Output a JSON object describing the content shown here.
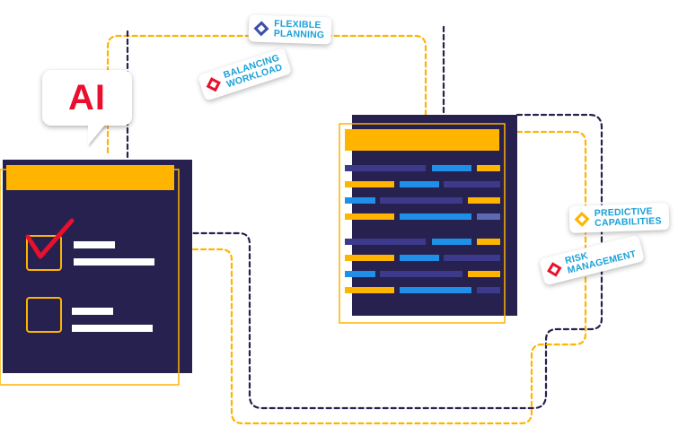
{
  "labels": {
    "ai": "AI",
    "flexible_planning": "FLEXIBLE\nPLANNING",
    "balancing_workload": "BALANCING\nWORKLOAD",
    "predictive_capabilities": "PREDICTIVE\nCAPABILITIES",
    "risk_management": "RISK\nMANAGEMENT"
  },
  "icons": {
    "flexible_planning": "diamond-outline-icon",
    "balancing_workload": "diamond-outline-icon",
    "predictive_capabilities": "diamond-outline-icon",
    "risk_management": "diamond-outline-icon",
    "checklist": "checkmark-icon"
  },
  "colors": {
    "navy": "#26214f",
    "orange": "#ffb400",
    "blue": "#1e90e8",
    "purple": "#3d3a8c",
    "red": "#e8102e",
    "cyan_text": "#1aa0d8",
    "diamond_blue": "#3b4ea8",
    "diamond_orange": "#ffb400",
    "diamond_red": "#e8102e",
    "white": "#ffffff"
  }
}
